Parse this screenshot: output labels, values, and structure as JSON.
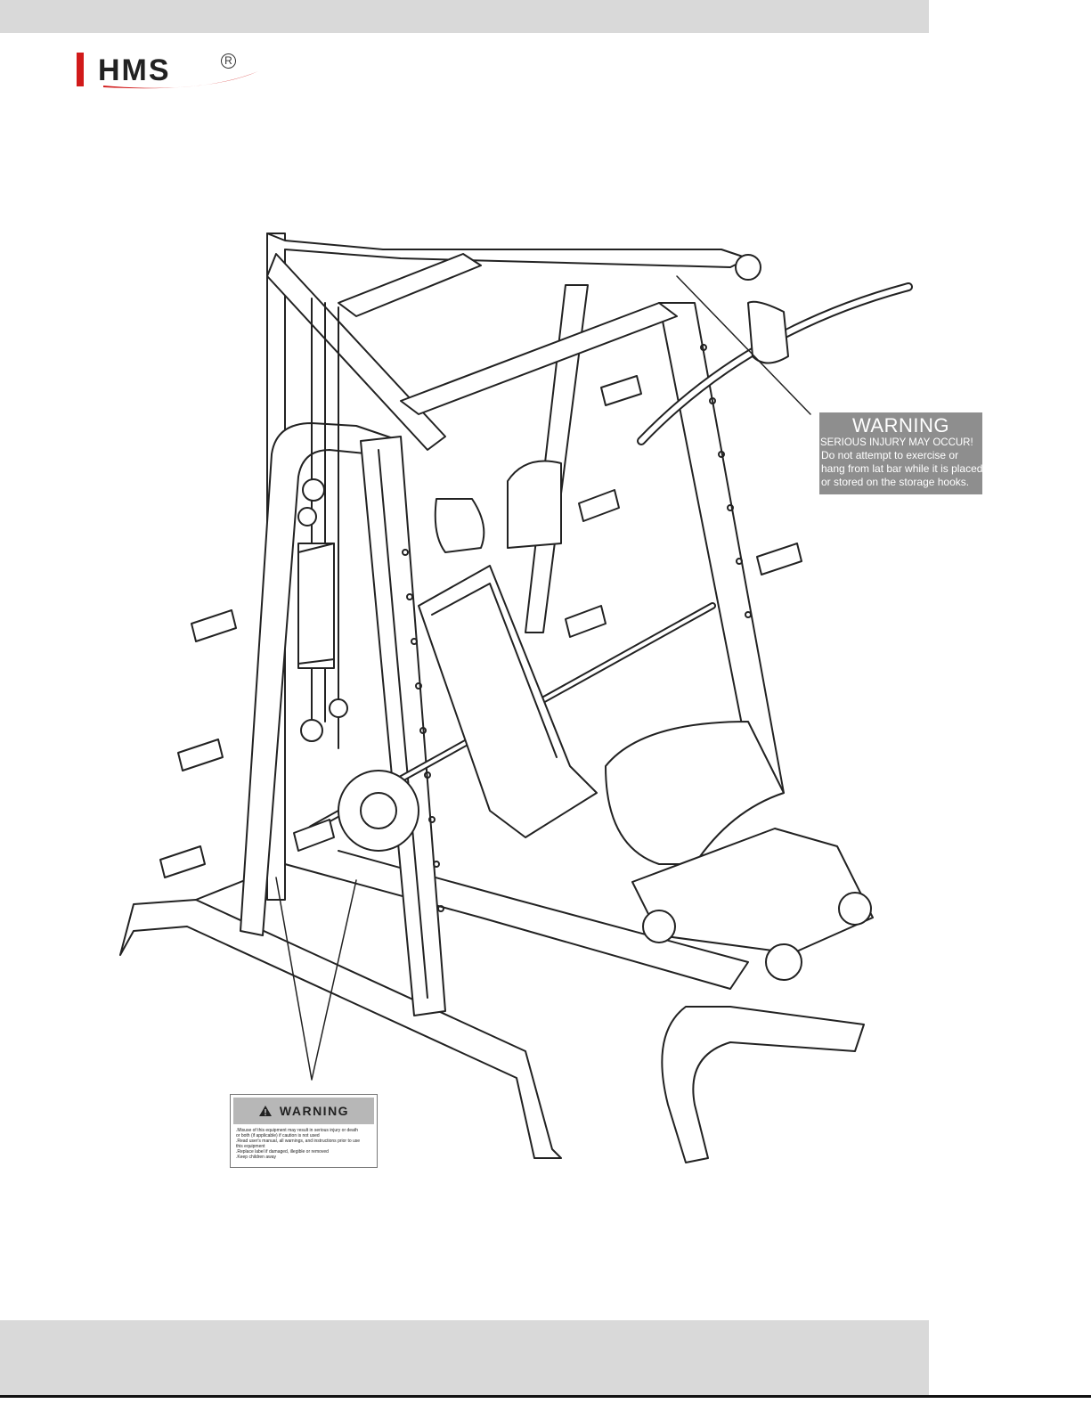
{
  "logo": {
    "text": "HMS",
    "registered": "R",
    "bar_color": "#d11a1a"
  },
  "labels": {
    "top_warning": {
      "title": "WARNING",
      "subtitle": "SERIOUS INJURY MAY OCCUR!",
      "lines": [
        "Do not attempt to exercise or",
        "hang from lat bar while it is placed",
        "or stored on the storage hooks."
      ]
    },
    "bottom_warning": {
      "title": "WARNING",
      "lines": [
        ".Misuse of this equipment may result in serious injury or death",
        "or both (if applicable) if caution is not used",
        ".Read user's manual, all warnings, and instructions prior to use",
        "this equipment",
        ".Replace label if damaged, illegible or removed",
        ".Keep children away"
      ]
    }
  },
  "colors": {
    "band": "#d9d9d9",
    "label_bg": "#8e8e8e"
  },
  "icons": {
    "warning_triangle": "warning-triangle-icon",
    "machine": "smith-machine-illustration"
  }
}
